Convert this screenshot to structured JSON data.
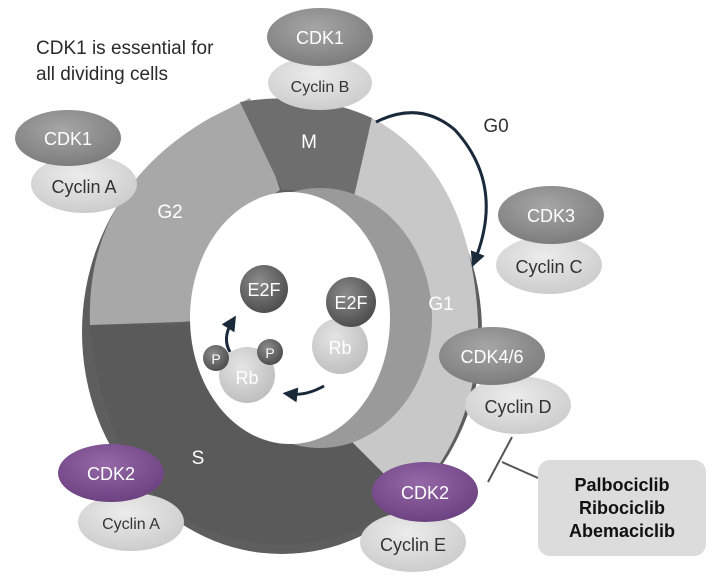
{
  "note": {
    "line1": "CDK1 is essential for",
    "line2": "all dividing cells"
  },
  "phases": {
    "m": "M",
    "g0": "G0",
    "g1": "G1",
    "g2": "G2",
    "s": "S"
  },
  "complexes": {
    "top_m": {
      "cdk": "CDK1",
      "cyclin": "Cyclin B"
    },
    "left_g2": {
      "cdk": "CDK1",
      "cyclin": "Cyclin A"
    },
    "right_g0": {
      "cdk": "CDK3",
      "cyclin": "Cyclin C"
    },
    "right_g1": {
      "cdk": "CDK4/6",
      "cyclin": "Cyclin D"
    },
    "bottom_e": {
      "cdk": "CDK2",
      "cyclin": "Cyclin E"
    },
    "bottom_a": {
      "cdk": "CDK2",
      "cyclin": "Cyclin A"
    }
  },
  "center": {
    "e2f_left": "E2F",
    "e2f_right": "E2F",
    "rb_right": "Rb",
    "rb_left": "Rb",
    "p1": "P",
    "p2": "P"
  },
  "drugs": [
    "Palbociclib",
    "Ribociclib",
    "Abemaciclib"
  ],
  "colors": {
    "cdk_gray": "#8a8a8a",
    "cdk_purple": "#7b4f8e",
    "cyclin": "#d6d6d6",
    "arrow": "#1a2a3a"
  }
}
